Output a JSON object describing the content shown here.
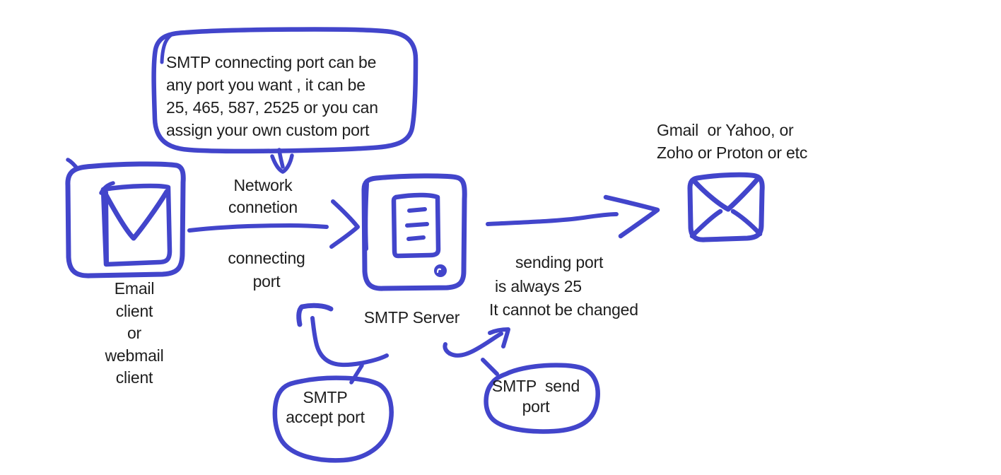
{
  "canvas": {
    "background": "#ffffff",
    "ink_color": "#4245cb",
    "text_color": "#1e1e1e"
  },
  "speech_bubble": {
    "text": "SMTP connecting port can be\nany port you want , it can be\n25, 465, 587, 2525 or you can\nassign your own custom port"
  },
  "labels": {
    "network_connection": "Network\nconnetion",
    "connecting_port": "connecting\nport",
    "email_client": "Email\nclient\nor\nwebmail\nclient",
    "smtp_server": "SMTP Server",
    "provider": "Gmail  or Yahoo, or\nZoho or Proton or etc",
    "sending_port_line1": "sending port",
    "sending_port_line2": "is always 25",
    "sending_port_line3": "It cannot be changed",
    "accept_port": "SMTP\naccept port",
    "send_port": "SMTP  send\nport"
  },
  "icons": {
    "email_client": "envelope-in-rounded-square-icon",
    "smtp_server": "server-tower-icon",
    "provider_mail": "envelope-icon"
  },
  "connectors": {
    "bubble_pointer": "arrow-down from speech bubble to Network connetion",
    "client_to_server": "arrow-right from email client to SMTP server",
    "server_to_provider": "arrow-right from SMTP server to mail provider",
    "accept_port_pointer": "curved arrow from SMTP accept port blob up to server",
    "send_port_pointer": "curved arrow from SMTP send port blob up-right"
  }
}
